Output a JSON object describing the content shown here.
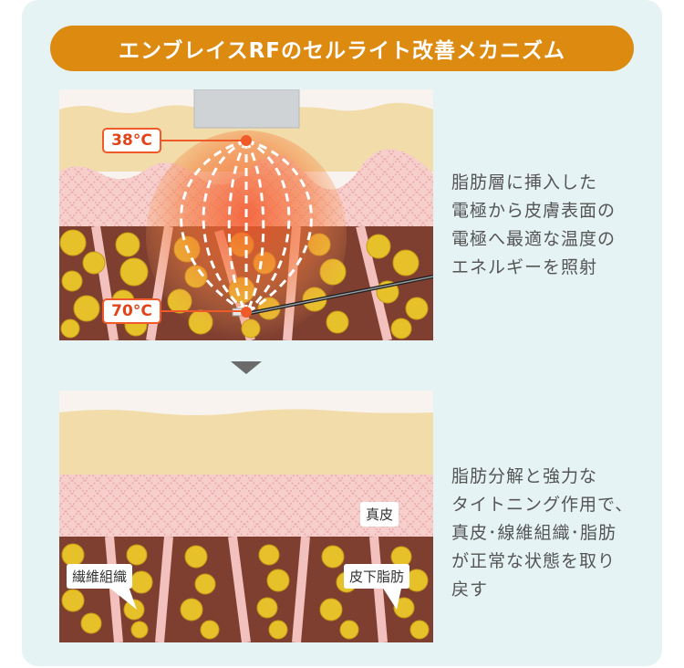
{
  "title": "エンブレイスRFのセルライト改善メカニズム",
  "top_panel": {
    "label_surface_temp": "38°C",
    "label_deep_temp": "70°C",
    "description_lines": [
      "脂肪層に挿入した",
      "電極から皮膚表面の",
      "電極へ最適な温度の",
      "エネルギーを照射"
    ]
  },
  "bottom_panel": {
    "tag_dermis": "真皮",
    "tag_fibrous": "繊維組織",
    "tag_subcutaneous": "皮下脂肪",
    "description_lines": [
      "脂肪分解と強力な",
      "タイトニング作用で、",
      "真皮･線維組織･脂肪",
      "が正常な状態を取り",
      "戻す"
    ]
  },
  "colors": {
    "accent": "#dc8a10",
    "background": "#e6f3f4",
    "temp_red": "#f05a28",
    "fat_yellow": "#e6c12a",
    "skin_tan": "#f1dcaa"
  }
}
